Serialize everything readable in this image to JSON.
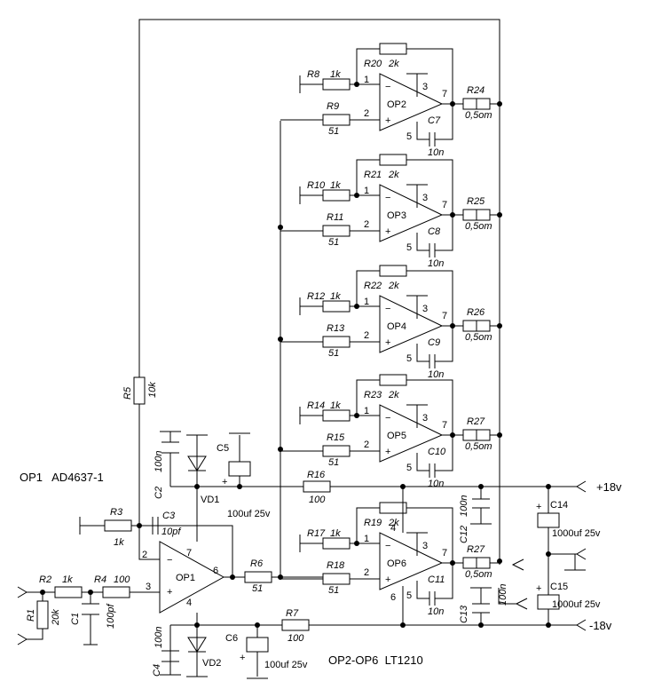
{
  "notes": {
    "op1_type": "OP1   AD4637-1",
    "op26_type": "OP2-OP6  LT1210"
  },
  "rails": {
    "pos": "+18v",
    "neg": "-18v"
  },
  "opamps": {
    "op1": {
      "name": "OP1",
      "p_in": "2",
      "p_ni": "3",
      "p_out": "6",
      "p_vp": "7",
      "p_vn": "4"
    },
    "op2": {
      "name": "OP2",
      "p_in": "1",
      "p_ni": "2",
      "p_out": "7",
      "p_3": "3",
      "p_5": "5"
    },
    "op3": {
      "name": "OP3",
      "p_in": "1",
      "p_ni": "2",
      "p_out": "7",
      "p_3": "3",
      "p_5": "5"
    },
    "op4": {
      "name": "OP4",
      "p_in": "1",
      "p_ni": "2",
      "p_out": "7",
      "p_3": "3",
      "p_5": "5"
    },
    "op5": {
      "name": "OP5",
      "p_in": "1",
      "p_ni": "2",
      "p_out": "7",
      "p_3": "3",
      "p_5": "5"
    },
    "op6": {
      "name": "OP6",
      "p_in": "1",
      "p_ni": "2",
      "p_out": "7",
      "p_3": "3",
      "p_5": "5",
      "p_4": "4",
      "p_6": "6"
    }
  },
  "parts": {
    "r1": {
      "ref": "R1",
      "val": "20k"
    },
    "r2": {
      "ref": "R2",
      "val": "1k"
    },
    "r3": {
      "ref": "R3",
      "val": "1k"
    },
    "r4": {
      "ref": "R4",
      "val": "100"
    },
    "r5": {
      "ref": "R5",
      "val": "10k"
    },
    "r6": {
      "ref": "R6",
      "val": "51"
    },
    "r7": {
      "ref": "R7",
      "val": "100"
    },
    "r8": {
      "ref": "R8",
      "val": "1k"
    },
    "r9": {
      "ref": "R9",
      "val": "51"
    },
    "r10": {
      "ref": "R10",
      "val": "1k"
    },
    "r11": {
      "ref": "R11",
      "val": "51"
    },
    "r12": {
      "ref": "R12",
      "val": "1k"
    },
    "r13": {
      "ref": "R13",
      "val": "51"
    },
    "r14": {
      "ref": "R14",
      "val": "1k"
    },
    "r15": {
      "ref": "R15",
      "val": "51"
    },
    "r16": {
      "ref": "R16",
      "val": "100"
    },
    "r17": {
      "ref": "R17",
      "val": "1k"
    },
    "r18": {
      "ref": "R18",
      "val": "51"
    },
    "r19": {
      "ref": "R19",
      "val": "2k"
    },
    "r20": {
      "ref": "R20",
      "val": "2k"
    },
    "r21": {
      "ref": "R21",
      "val": "2k"
    },
    "r22": {
      "ref": "R22",
      "val": "2k"
    },
    "r23": {
      "ref": "R23",
      "val": "2k"
    },
    "r24": {
      "ref": "R24",
      "val": "0,5om"
    },
    "r25": {
      "ref": "R25",
      "val": "0,5om"
    },
    "r26": {
      "ref": "R26",
      "val": "0,5om"
    },
    "r27a": {
      "ref": "R27",
      "val": "0,5om"
    },
    "r27b": {
      "ref": "R27",
      "val": "0,5om"
    },
    "c1": {
      "ref": "C1",
      "val": "100pf"
    },
    "c2": {
      "ref": "C2",
      "val": "100n"
    },
    "c3": {
      "ref": "C3",
      "val": "10pf"
    },
    "c4": {
      "ref": "C4",
      "val": "100n"
    },
    "c5": {
      "ref": "C5",
      "val": "100uf 25v"
    },
    "c6": {
      "ref": "C6",
      "val": "100uf 25v"
    },
    "c7": {
      "ref": "C7",
      "val": "10n"
    },
    "c8": {
      "ref": "C8",
      "val": "10n"
    },
    "c9": {
      "ref": "C9",
      "val": "10n"
    },
    "c10": {
      "ref": "C10",
      "val": "10n"
    },
    "c11": {
      "ref": "C11",
      "val": "10n"
    },
    "c12": {
      "ref": "C12",
      "val": "100n"
    },
    "c13": {
      "ref": "C13",
      "val": "100n"
    },
    "c14": {
      "ref": "C14",
      "val": "1000uf 25v"
    },
    "c15": {
      "ref": "C15",
      "val": "1000uf 25v"
    },
    "vd1": {
      "ref": "VD1"
    },
    "vd2": {
      "ref": "VD2"
    }
  },
  "polarity": {
    "plus": "+"
  }
}
